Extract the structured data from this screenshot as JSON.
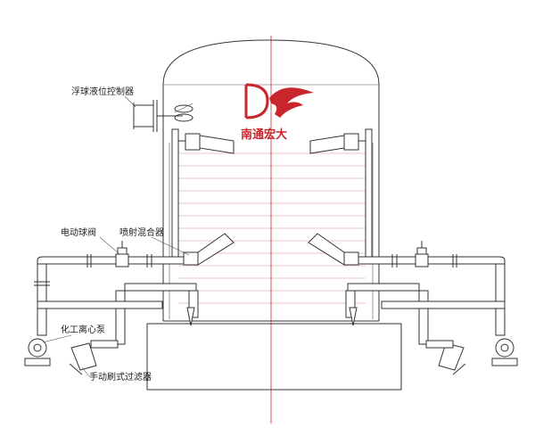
{
  "brand": {
    "company_name": "南通宏大",
    "logo_letters": "DH",
    "color": "#c8262c"
  },
  "labels": {
    "float_controller": "浮球液位控制器",
    "electric_valve": "电动球阀",
    "jet_mixer": "喷射混合器",
    "centrifugal_pump": "化工离心泵",
    "brush_filter": "手动刷式过滤器"
  },
  "colors": {
    "line": "#333333",
    "water_line": "#d98a8a",
    "centerline": "#c8262c",
    "pipe_fill": "#ffffff"
  }
}
